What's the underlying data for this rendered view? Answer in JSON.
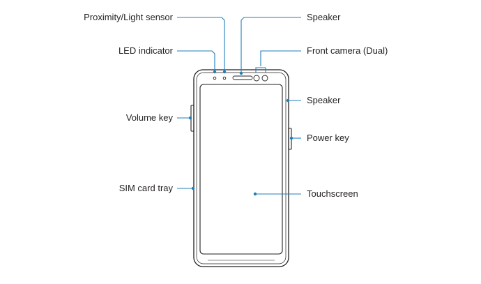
{
  "colors": {
    "callout": "#1f7fb8",
    "outline": "#231f20",
    "background": "#ffffff"
  },
  "labels": {
    "proximity_sensor": "Proximity/Light sensor",
    "led_indicator": "LED indicator",
    "volume_key": "Volume key",
    "sim_card_tray": "SIM card tray",
    "speaker_top": "Speaker",
    "front_camera": "Front camera (Dual)",
    "speaker_side": "Speaker",
    "power_key": "Power key",
    "touchscreen": "Touchscreen"
  }
}
